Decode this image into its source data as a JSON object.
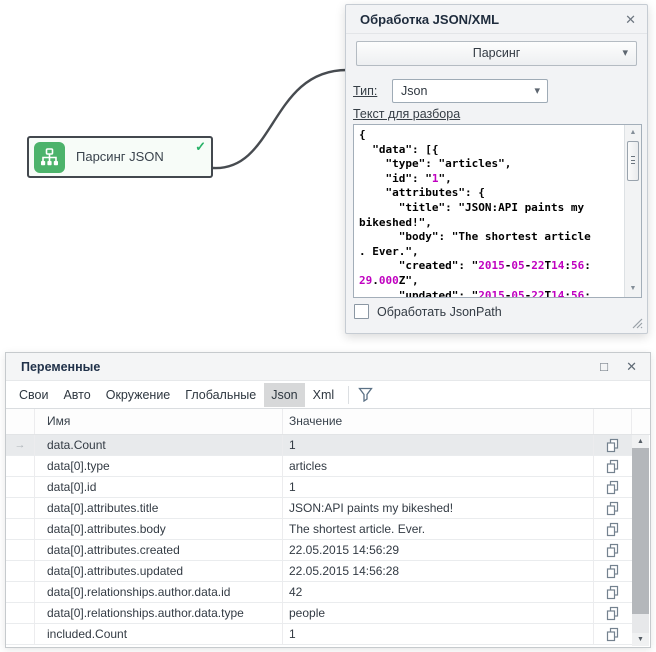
{
  "icons": {
    "caret": "▾",
    "close": "✕",
    "maximize": "□",
    "check": "✓",
    "arrow_right": "→",
    "triangle_up": "▲",
    "triangle_down": "▼"
  },
  "colors": {
    "node_icon_green": "#4cb36b",
    "check_green": "#28b268",
    "title_navy": "#1f2c3d",
    "selected_row": "#e8eaec",
    "code_number_magenta": "#c000c0",
    "active_tab_gray": "#d7d8d9"
  },
  "node": {
    "label": "Парсинг JSON"
  },
  "json_panel": {
    "title": "Обработка JSON/XML",
    "action_dropdown": {
      "value": "Парсинг"
    },
    "type_label": "Тип:",
    "type_dropdown": {
      "value": "Json"
    },
    "text_label": "Текст для разбора",
    "code_lines": [
      "{",
      "  \"data\": [{",
      "    \"type\": \"articles\",",
      "    \"id\": \"1\",",
      "    \"attributes\": {",
      "      \"title\": \"JSON:API paints my",
      "bikeshed!\",",
      "      \"body\": \"The shortest article",
      ". Ever.\",",
      "      \"created\": \"2015-05-22T14:56:",
      "29.000Z\",",
      "      \"updated\": \"2015-05-22T14:56:"
    ],
    "checkbox_label": "Обработать JsonPath",
    "checkbox_checked": false
  },
  "variables_panel": {
    "title": "Переменные",
    "tabs": [
      {
        "label": "Свои",
        "active": false
      },
      {
        "label": "Авто",
        "active": false
      },
      {
        "label": "Окружение",
        "active": false
      },
      {
        "label": "Глобальные",
        "active": false
      },
      {
        "label": "Json",
        "active": true
      },
      {
        "label": "Xml",
        "active": false
      }
    ],
    "table": {
      "columns": {
        "name": "Имя",
        "value": "Значение"
      },
      "rows": [
        {
          "name": "data.Count",
          "value": "1",
          "selected": true
        },
        {
          "name": "data[0].type",
          "value": "articles",
          "selected": false
        },
        {
          "name": "data[0].id",
          "value": "1",
          "selected": false
        },
        {
          "name": "data[0].attributes.title",
          "value": "JSON:API paints my bikeshed!",
          "selected": false
        },
        {
          "name": "data[0].attributes.body",
          "value": "The shortest article. Ever.",
          "selected": false
        },
        {
          "name": "data[0].attributes.created",
          "value": "22.05.2015 14:56:29",
          "selected": false
        },
        {
          "name": "data[0].attributes.updated",
          "value": "22.05.2015 14:56:28",
          "selected": false
        },
        {
          "name": "data[0].relationships.author.data.id",
          "value": "42",
          "selected": false
        },
        {
          "name": "data[0].relationships.author.data.type",
          "value": "people",
          "selected": false
        },
        {
          "name": "included.Count",
          "value": "1",
          "selected": false
        }
      ]
    }
  }
}
